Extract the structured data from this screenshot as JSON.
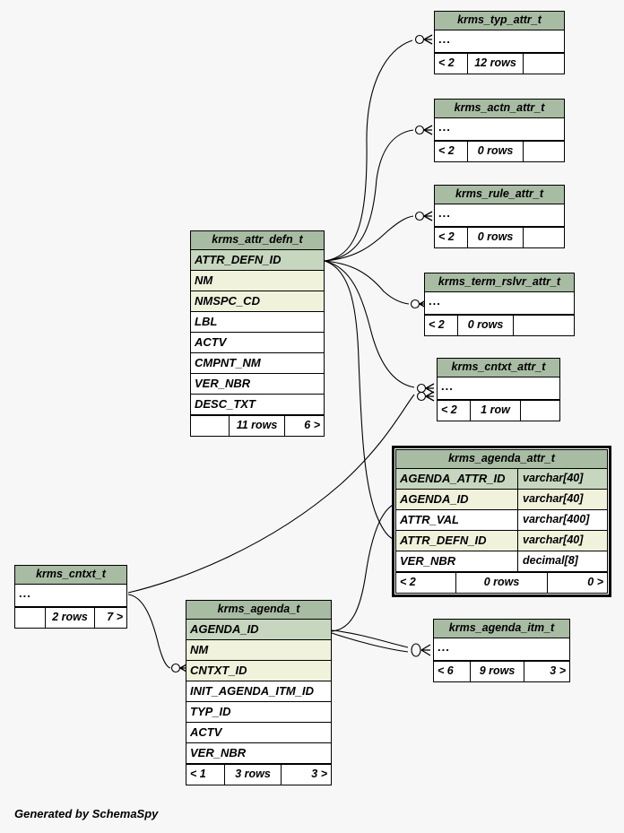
{
  "diagram": {
    "caption": "Generated by SchemaSpy",
    "background": "#f7f7f7",
    "header_color": "#a8bba3",
    "pk_color": "#c7d6bf",
    "fk_color": "#f1f2dc"
  },
  "tables": [
    {
      "id": "krms_typ_attr_t",
      "name": "krms_typ_attr_t",
      "collapsed": true,
      "ellipsis": "...",
      "footer": {
        "left": "< 2",
        "mid": "12 rows",
        "right": ""
      }
    },
    {
      "id": "krms_actn_attr_t",
      "name": "krms_actn_attr_t",
      "collapsed": true,
      "ellipsis": "...",
      "footer": {
        "left": "< 2",
        "mid": "0 rows",
        "right": ""
      }
    },
    {
      "id": "krms_rule_attr_t",
      "name": "krms_rule_attr_t",
      "collapsed": true,
      "ellipsis": "...",
      "footer": {
        "left": "< 2",
        "mid": "0 rows",
        "right": ""
      }
    },
    {
      "id": "krms_term_rslvr_attr_t",
      "name": "krms_term_rslvr_attr_t",
      "collapsed": true,
      "ellipsis": "...",
      "footer": {
        "left": "< 2",
        "mid": "0 rows",
        "right": ""
      }
    },
    {
      "id": "krms_cntxt_attr_t",
      "name": "krms_cntxt_attr_t",
      "collapsed": true,
      "ellipsis": "...",
      "footer": {
        "left": "< 2",
        "mid": "1 row",
        "right": ""
      }
    },
    {
      "id": "krms_attr_defn_t",
      "name": "krms_attr_defn_t",
      "collapsed": false,
      "columns": [
        {
          "name": "ATTR_DEFN_ID",
          "type": "",
          "key": "pk"
        },
        {
          "name": "NM",
          "type": "",
          "key": "fk"
        },
        {
          "name": "NMSPC_CD",
          "type": "",
          "key": "fk"
        },
        {
          "name": "LBL",
          "type": "",
          "key": ""
        },
        {
          "name": "ACTV",
          "type": "",
          "key": ""
        },
        {
          "name": "CMPNT_NM",
          "type": "",
          "key": ""
        },
        {
          "name": "VER_NBR",
          "type": "",
          "key": ""
        },
        {
          "name": "DESC_TXT",
          "type": "",
          "key": ""
        }
      ],
      "footer": {
        "left": "",
        "mid": "11 rows",
        "right": "6 >"
      }
    },
    {
      "id": "krms_agenda_attr_t",
      "name": "krms_agenda_attr_t",
      "focal": true,
      "collapsed": false,
      "columns": [
        {
          "name": "AGENDA_ATTR_ID",
          "type": "varchar[40]",
          "key": "pk"
        },
        {
          "name": "AGENDA_ID",
          "type": "varchar[40]",
          "key": "fk"
        },
        {
          "name": "ATTR_VAL",
          "type": "varchar[400]",
          "key": ""
        },
        {
          "name": "ATTR_DEFN_ID",
          "type": "varchar[40]",
          "key": "fk"
        },
        {
          "name": "VER_NBR",
          "type": "decimal[8]",
          "key": ""
        }
      ],
      "footer": {
        "left": "< 2",
        "mid": "0 rows",
        "right": "0 >"
      }
    },
    {
      "id": "krms_cntxt_t",
      "name": "krms_cntxt_t",
      "collapsed": true,
      "ellipsis": "...",
      "footer": {
        "left": "",
        "mid": "2 rows",
        "right": "7 >"
      }
    },
    {
      "id": "krms_agenda_t",
      "name": "krms_agenda_t",
      "collapsed": false,
      "columns": [
        {
          "name": "AGENDA_ID",
          "type": "",
          "key": "pk"
        },
        {
          "name": "NM",
          "type": "",
          "key": "fk"
        },
        {
          "name": "CNTXT_ID",
          "type": "",
          "key": "fk"
        },
        {
          "name": "INIT_AGENDA_ITM_ID",
          "type": "",
          "key": ""
        },
        {
          "name": "TYP_ID",
          "type": "",
          "key": ""
        },
        {
          "name": "ACTV",
          "type": "",
          "key": ""
        },
        {
          "name": "VER_NBR",
          "type": "",
          "key": ""
        }
      ],
      "footer": {
        "left": "< 1",
        "mid": "3 rows",
        "right": "3 >"
      }
    },
    {
      "id": "krms_agenda_itm_t",
      "name": "krms_agenda_itm_t",
      "collapsed": true,
      "ellipsis": "...",
      "footer": {
        "left": "< 6",
        "mid": "9 rows",
        "right": "3 >"
      }
    }
  ],
  "relationships": [
    {
      "from": "krms_attr_defn_t.ATTR_DEFN_ID",
      "to": "krms_typ_attr_t"
    },
    {
      "from": "krms_attr_defn_t.ATTR_DEFN_ID",
      "to": "krms_actn_attr_t"
    },
    {
      "from": "krms_attr_defn_t.ATTR_DEFN_ID",
      "to": "krms_rule_attr_t"
    },
    {
      "from": "krms_attr_defn_t.ATTR_DEFN_ID",
      "to": "krms_term_rslvr_attr_t"
    },
    {
      "from": "krms_attr_defn_t.ATTR_DEFN_ID",
      "to": "krms_cntxt_attr_t"
    },
    {
      "from": "krms_attr_defn_t.ATTR_DEFN_ID",
      "to": "krms_agenda_attr_t.ATTR_DEFN_ID"
    },
    {
      "from": "krms_agenda_t.AGENDA_ID",
      "to": "krms_agenda_attr_t.AGENDA_ID"
    },
    {
      "from": "krms_cntxt_t",
      "to": "krms_agenda_t.CNTXT_ID"
    },
    {
      "from": "krms_cntxt_t",
      "to": "krms_cntxt_attr_t"
    },
    {
      "from": "krms_agenda_t.AGENDA_ID",
      "to": "krms_agenda_itm_t"
    }
  ]
}
